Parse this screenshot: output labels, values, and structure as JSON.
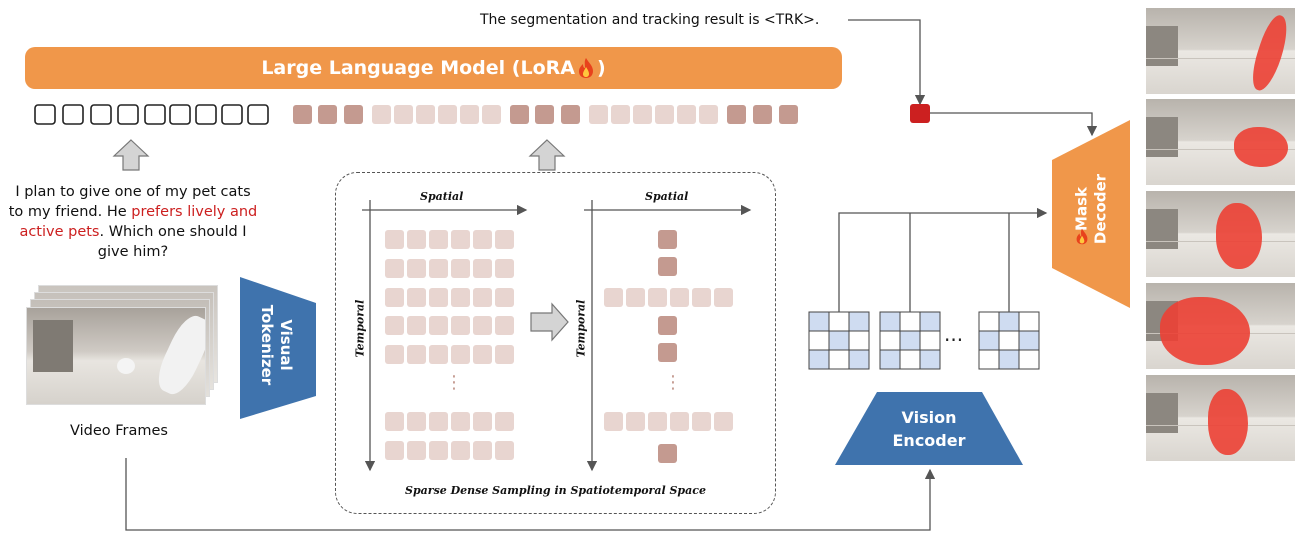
{
  "llm": {
    "label": "Large Language Model (LoRA",
    "fire_icon": "fire-icon",
    "label_close": ")"
  },
  "output_text": "The segmentation and tracking result is <TRK>.",
  "prompt": {
    "part1": "I plan to give one of my pet cats to my friend. He ",
    "highlight": "prefers lively and active pets",
    "part2": ". Which one should I give him?"
  },
  "video_frames_label": "Video Frames",
  "visual_tokenizer": {
    "line1": "Visual",
    "line2": "Tokenizer"
  },
  "sampling": {
    "title": "Sparse Dense Sampling in Spatiotemporal Space",
    "spatial_label": "Spatial",
    "temporal_label": "Temporal",
    "ellipsis": "⋮"
  },
  "vision_encoder": {
    "line1": "Vision",
    "line2": "Encoder"
  },
  "mask_decoder": {
    "line1": "Mask",
    "line2": "Decoder"
  },
  "feature_ellipsis": "···",
  "colors": {
    "llm_orange": "#f0974a",
    "encoder_blue": "#3f73ad",
    "token_light": "#e8d5d0",
    "token_dark": "#c49a90",
    "trk_red": "#cc2020",
    "grid_blue": "#cfdcf1"
  }
}
